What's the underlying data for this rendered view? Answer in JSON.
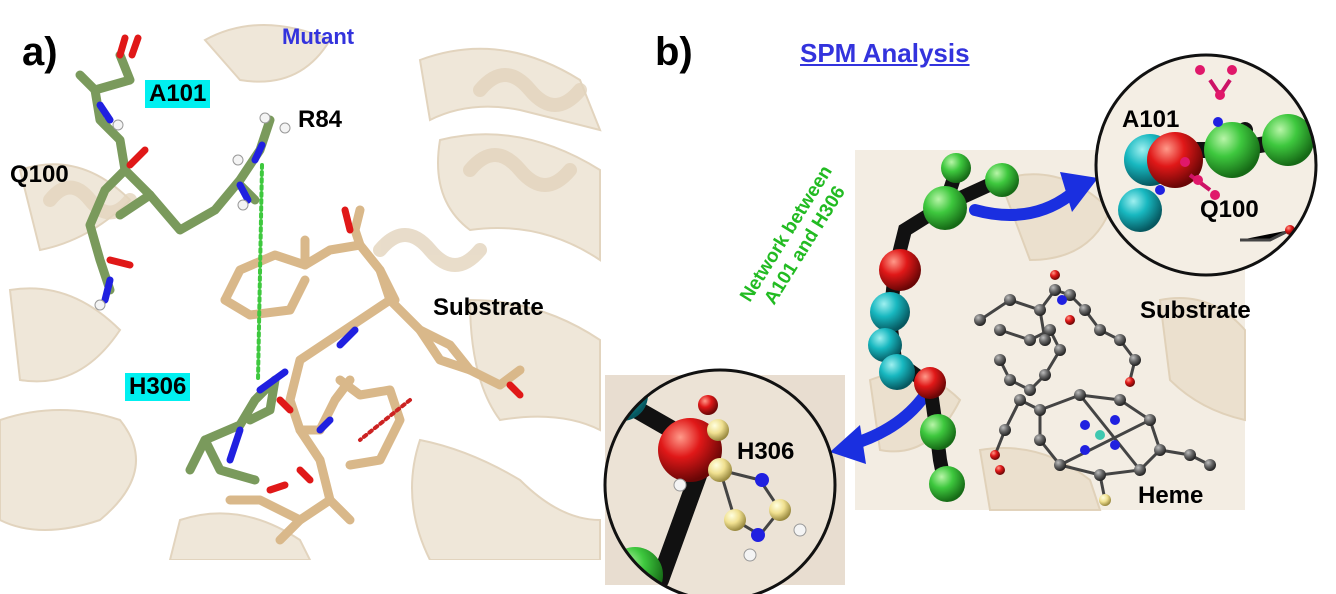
{
  "panel_a": {
    "letter": "a)",
    "title": "Mutant",
    "residues": {
      "a101": "A101",
      "r84": "R84",
      "q100": "Q100",
      "h306": "H306",
      "substrate": "Substrate"
    }
  },
  "panel_b": {
    "letter": "b)",
    "title": "SPM Analysis",
    "network_line1": "Network between",
    "network_line2": "A101 and H306",
    "residues": {
      "a101": "A101",
      "q100": "Q100",
      "h306": "H306",
      "substrate": "Substrate",
      "heme": "Heme"
    }
  },
  "colors": {
    "carbon_green": "#7a9a5c",
    "carbon_tan": "#d9b88a",
    "highlight_cyan": "#00f0f0",
    "title_blue": "#3333dd",
    "network_green": "#22bb22",
    "node_green": "#3ec83e",
    "node_red": "#e01818",
    "node_teal": "#18b8c0",
    "arrow_blue": "#1a2fe0"
  }
}
